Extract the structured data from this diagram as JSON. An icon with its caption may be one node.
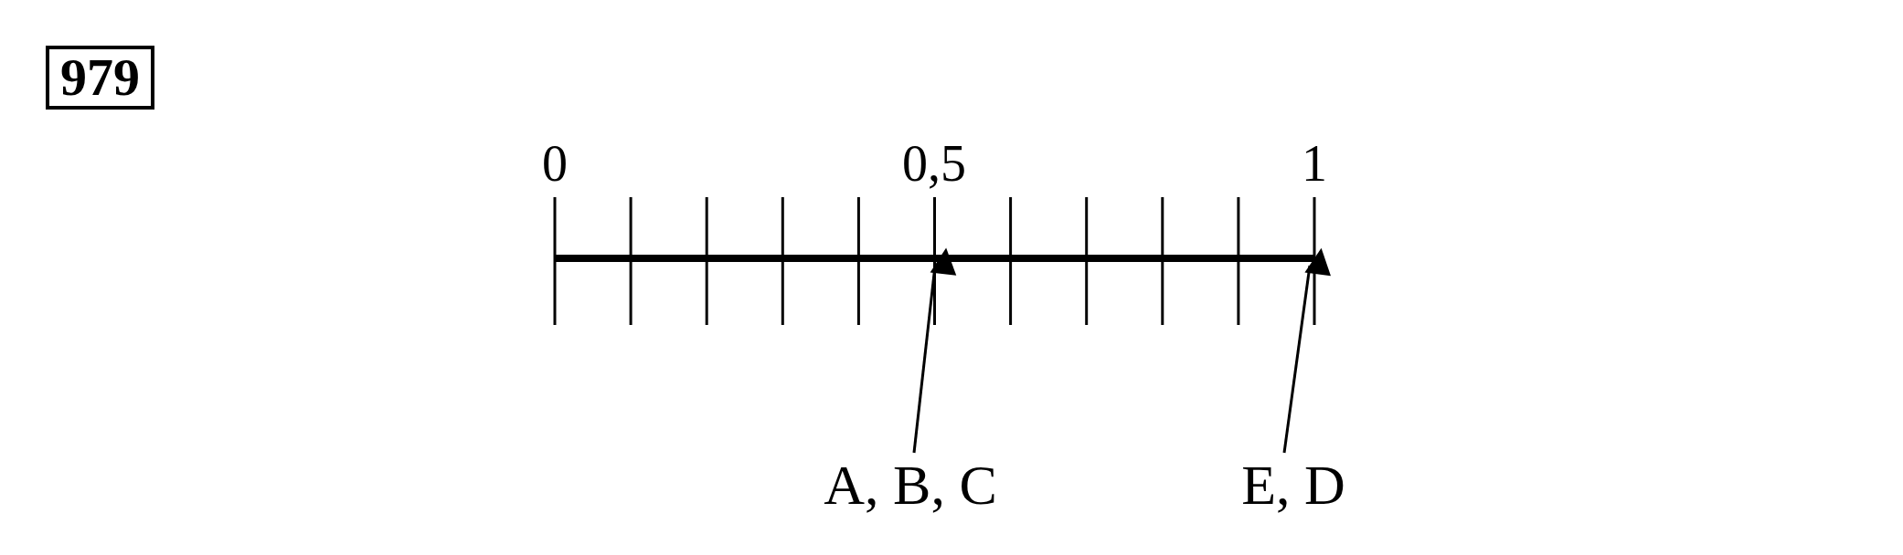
{
  "diagram": {
    "nodes": [
      {
        "text": [
          "979"
        ]
      },
      {
        "text": [
          "A, B, C"
        ]
      },
      {
        "text": [
          "E, D"
        ]
      }
    ],
    "edges": [
      {
        "from": 1,
        "to": null,
        "arrow": "to"
      },
      {
        "from": 2,
        "to": null,
        "arrow": "to"
      }
    ],
    "labels": [
      "0",
      "0,5",
      "1"
    ]
  }
}
